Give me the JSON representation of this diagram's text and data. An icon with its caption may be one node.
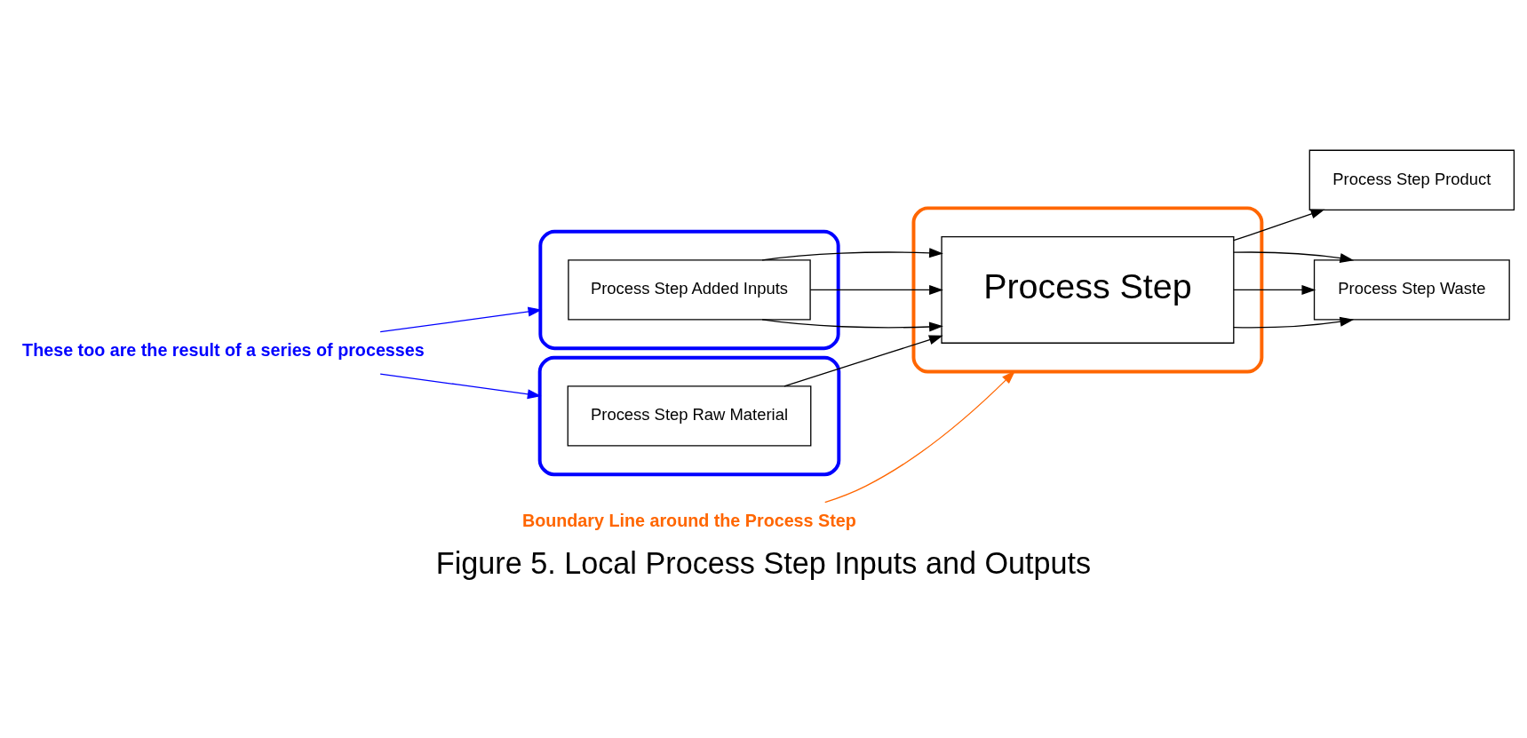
{
  "diagram": {
    "caption": "Figure 5. Local Process Step Inputs and Outputs",
    "nodes": [
      {
        "text": [
          "These too are the result of a series of processes"
        ]
      },
      {
        "text": [],
        "shape": "ellipse"
      },
      {
        "text": [
          "Process Step Added Inputs"
        ],
        "in": 1
      },
      {
        "text": [
          "Boundary Line around the Process Step"
        ]
      },
      {
        "text": [],
        "shape": "ellipse"
      },
      {
        "text": [
          "Process Step Raw Material"
        ],
        "in": 4
      },
      {
        "text": [],
        "shape": "ellipse"
      },
      {
        "text": [
          "Process Step"
        ],
        "in": 6
      },
      {
        "text": [
          "Process Step Product"
        ]
      },
      {
        "text": [
          "Process Step Waste"
        ]
      }
    ],
    "edges": [
      {
        "from": 0,
        "to": 1,
        "arrow": "to",
        "color": "#0000ff"
      },
      {
        "from": 0,
        "to": 4,
        "arrow": "to",
        "color": "#0000ff"
      },
      {
        "from": 3,
        "to": 6,
        "arrow": "to",
        "color": "#ff6600"
      },
      {
        "from": 2,
        "to": 7,
        "arrow": "to"
      },
      {
        "from": 2,
        "to": 7,
        "arrow": "to"
      },
      {
        "from": 2,
        "to": 7,
        "arrow": "to"
      },
      {
        "from": 5,
        "to": 7,
        "arrow": "to"
      },
      {
        "from": 7,
        "to": 8,
        "arrow": "to"
      },
      {
        "from": 7,
        "to": 9,
        "arrow": "to"
      },
      {
        "from": 7,
        "to": 9,
        "arrow": "to"
      },
      {
        "from": 7,
        "to": 9,
        "arrow": "to"
      }
    ]
  }
}
